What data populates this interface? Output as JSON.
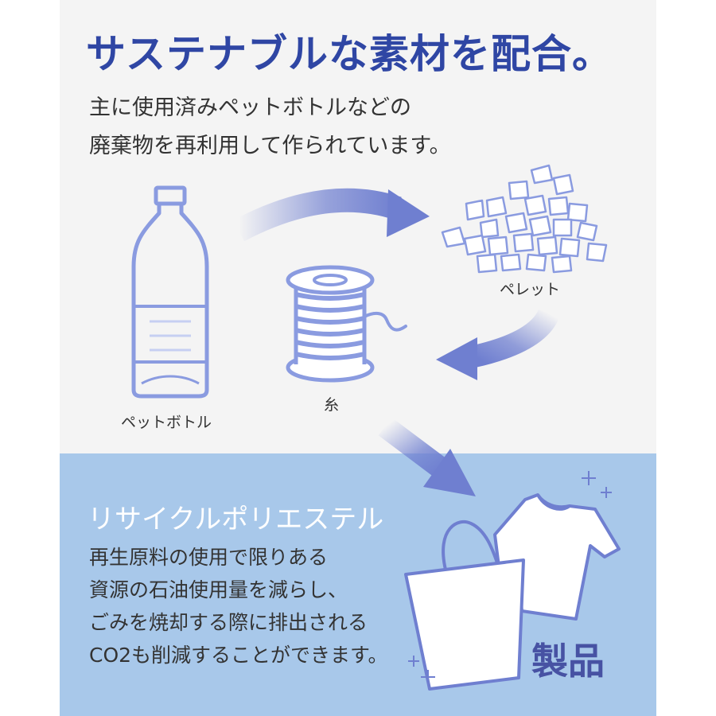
{
  "header": {
    "title": "サステナブルな素材を配合。",
    "intro_lines": [
      "主に使用済みペットボトルなどの",
      "廃棄物を再利用して作られています。"
    ]
  },
  "diagram": {
    "bottle_label": "ペットボトル",
    "pellet_label": "ペレット",
    "thread_label": "糸",
    "product_label": "製品"
  },
  "recycle": {
    "title": "リサイクルポリエステル",
    "desc_lines": [
      "再生原料の使用で限りある",
      "資源の石油使用量を減らし、",
      "ごみを焼却する際に排出される",
      "CO2も削減することができます。"
    ]
  },
  "colors": {
    "title": "#2f46a4",
    "outline": "#8a9be0",
    "arrow": "#6f7fd0",
    "panel_bottom": "#a8c8ea",
    "product_label": "#4752a3"
  }
}
